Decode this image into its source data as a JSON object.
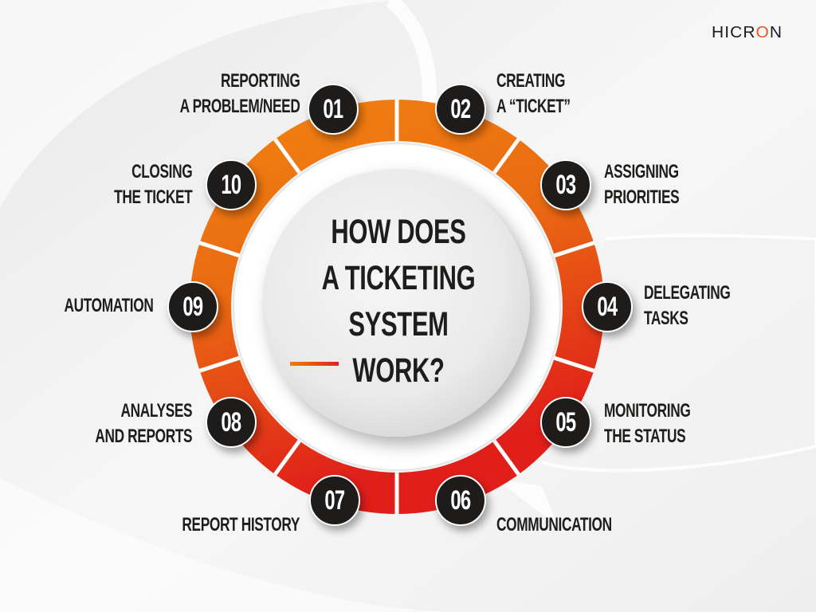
{
  "brand": {
    "logo_text_before": "HICR",
    "logo_text_accent": "O",
    "logo_text_after": "N",
    "accent_color": "#e8561c"
  },
  "center": {
    "title_lines": [
      "HOW DOES",
      "A TICKETING",
      "SYSTEM WORK?"
    ]
  },
  "colors": {
    "ring_top": "#f08010",
    "ring_bottom": "#e01e1a",
    "badge_fill": "#1e1c1b",
    "text": "#1d1d1b"
  },
  "steps": [
    {
      "number": "01",
      "lines": [
        "REPORTING",
        "A PROBLEM/NEED"
      ]
    },
    {
      "number": "02",
      "lines": [
        "CREATING",
        "A “TICKET”"
      ]
    },
    {
      "number": "03",
      "lines": [
        "ASSIGNING",
        "PRIORITIES"
      ]
    },
    {
      "number": "04",
      "lines": [
        "DELEGATING",
        "TASKS"
      ]
    },
    {
      "number": "05",
      "lines": [
        "MONITORING",
        "THE STATUS"
      ]
    },
    {
      "number": "06",
      "lines": [
        "COMMUNICATION"
      ]
    },
    {
      "number": "07",
      "lines": [
        "REPORT HISTORY"
      ]
    },
    {
      "number": "08",
      "lines": [
        "ANALYSES",
        "AND REPORTS"
      ]
    },
    {
      "number": "09",
      "lines": [
        "AUTOMATION"
      ]
    },
    {
      "number": "10",
      "lines": [
        "CLOSING",
        "THE TICKET"
      ]
    }
  ]
}
